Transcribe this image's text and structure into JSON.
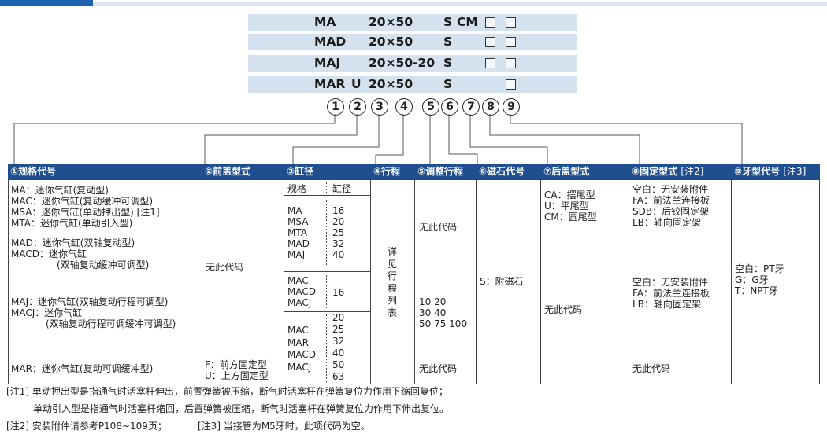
{
  "code_rows": [
    {
      "series": "MA",
      "mount": "",
      "size": "20×50",
      "magnet": "S",
      "rear": "CM",
      "boxes": 2
    },
    {
      "series": "MAD",
      "mount": "",
      "size": "20×50",
      "magnet": "S",
      "rear": "",
      "boxes": 2
    },
    {
      "series": "MAJ",
      "mount": "",
      "size": "20×50-20",
      "magnet": "S",
      "rear": "",
      "boxes": 2
    },
    {
      "series": "MAR",
      "mount": "U",
      "size": "20×50",
      "magnet": "S",
      "rear": "",
      "boxes": 1
    }
  ],
  "markers": [
    "1",
    "2",
    "3",
    "4",
    "5",
    "6",
    "7",
    "8",
    "9"
  ],
  "headers": {
    "h1": "①规格代号",
    "h2": "②前盖型式",
    "h3": "③缸径",
    "h4": "④行程",
    "h5": "⑤调整行程",
    "h6": "⑥磁石代号",
    "h7": "⑦后盖型式",
    "h8": "⑧固定型式",
    "h8_note": "[注2]",
    "h9": "⑨牙型代号",
    "h9_note": "[注3]"
  },
  "col1": {
    "group1": [
      "MA：迷你气缸(复动型)",
      "MAC：迷你气缸(复动缓冲可调型)",
      "MSA：迷你气缸(单动押出型) [注1]",
      "MTA：迷你气缸(单动引入型)"
    ],
    "group2": [
      "MAD：迷你气缸(双轴复动型)",
      "MACD：迷你气缸",
      "(双轴复动缓冲可调型)"
    ],
    "group3": [
      "MAJ：迷你气缸(双轴复动行程可调型)",
      "MACJ：迷你气缸",
      "(双轴复动行程可调缓冲可调型)"
    ],
    "group4": [
      "MAR：迷你气缸(复动可调缓冲型)"
    ]
  },
  "col2": {
    "none": "无此代码",
    "mar": [
      "F：前方固定型",
      "U：上方固定型"
    ]
  },
  "col3": {
    "hdr_spec": "规格",
    "hdr_bore": "缸径",
    "group1_specs": [
      "MA",
      "MSA",
      "MTA",
      "MAD",
      "MAJ"
    ],
    "group1_bores": [
      "16",
      "20",
      "25",
      "32",
      "40"
    ],
    "group2_specs": [
      "MAC",
      "MACD",
      "MACJ"
    ],
    "group2_bores": [
      "16"
    ],
    "group3_specs": [
      "MAC",
      "MAR",
      "MACD",
      "MACJ"
    ],
    "group3_bores": [
      "20",
      "25",
      "32",
      "40",
      "50",
      "63"
    ]
  },
  "col4": {
    "chars": [
      "详",
      "见",
      "行",
      "程",
      "列",
      "表"
    ]
  },
  "col5": {
    "none_top": "无此代码",
    "values": [
      "10 20",
      "30 40",
      "50 75 100"
    ],
    "none_bottom": "无此代码"
  },
  "col6": {
    "magnet": "S：附磁石"
  },
  "col7": {
    "options": [
      "CA：摆尾型",
      "U：平尾型",
      "CM：圆尾型"
    ],
    "none": "无此代码"
  },
  "col8": {
    "group1": [
      "空白：无安装附件",
      "FA：前法兰连接板",
      "SDB：后铰固定架",
      "LB：轴向固定架"
    ],
    "group2": [
      "空白：无安装附件",
      "FA：前法兰连接板",
      "LB：轴向固定架"
    ],
    "none": "无此代码"
  },
  "col9": {
    "options": [
      "空白：PT牙",
      "G：G牙",
      "T：NPT牙"
    ]
  },
  "notes": {
    "n1a": "[注1] 单动押出型是指通气时活塞杆伸出，前置弹簧被压缩，断气时活塞杆在弹簧复位力作用下缩回复位；",
    "n1b": "单动引入型是指通气时活塞杆缩回，后置弹簧被压缩，断气时活塞杆在弹簧复位力作用下伸出复位。",
    "n2": "[注2] 安装附件请参考P108~109页；",
    "n3": "[注3] 当接管为M5牙时，此项代码为空。"
  },
  "colors": {
    "header_bg": "#1f4f8e",
    "code_bg": "#d4e1ef",
    "accent": "#1e63b4"
  }
}
